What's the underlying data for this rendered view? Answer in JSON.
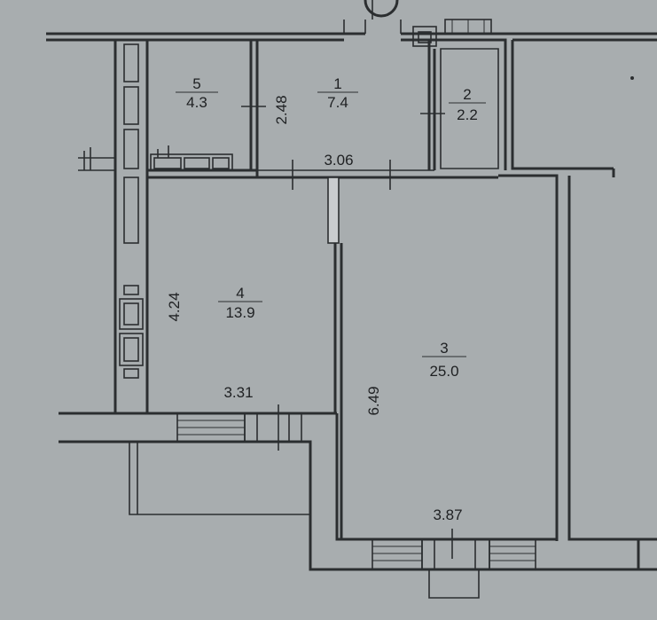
{
  "rooms": [
    {
      "id": "5",
      "area": "4.3"
    },
    {
      "id": "1",
      "area": "7.4"
    },
    {
      "id": "2",
      "area": "2.2"
    },
    {
      "id": "4",
      "area": "13.9"
    },
    {
      "id": "3",
      "area": "25.0"
    }
  ],
  "dimensions": {
    "d248": "2.48",
    "d306": "3.06",
    "d424": "4.24",
    "d331": "3.31",
    "d649": "6.49",
    "d387": "3.87"
  },
  "colors": {
    "background": "#a8adaf",
    "ink": "#2b2e30"
  }
}
